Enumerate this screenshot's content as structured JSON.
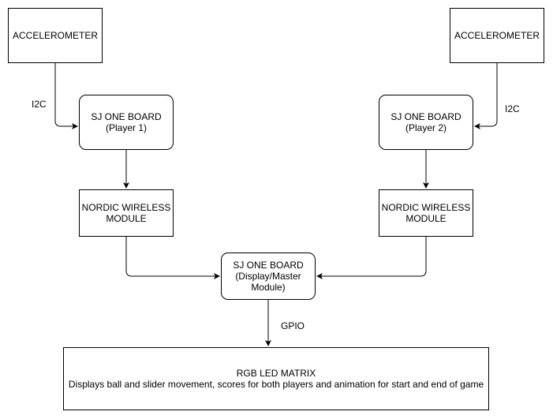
{
  "nodes": {
    "accel_left": {
      "line1": "ACCELEROMETER"
    },
    "accel_right": {
      "line1": "ACCELEROMETER"
    },
    "sj_player1": {
      "line1": "SJ ONE BOARD",
      "line2": "(Player 1)"
    },
    "sj_player2": {
      "line1": "SJ ONE BOARD",
      "line2": "(Player 2)"
    },
    "nordic_left": {
      "line1": "NORDIC WIRELESS",
      "line2": "MODULE"
    },
    "nordic_right": {
      "line1": "NORDIC WIRELESS",
      "line2": "MODULE"
    },
    "sj_master": {
      "line1": "SJ ONE BOARD",
      "line2": "(Display/Master",
      "line3": "Module)"
    },
    "led_matrix": {
      "line1": "RGB LED MATRIX",
      "line2": "Displays ball and slider movement, scores for both players and animation for start and end of game"
    }
  },
  "edge_labels": {
    "i2c_left": "I2C",
    "i2c_right": "I2C",
    "gpio": "GPIO"
  },
  "colors": {
    "stroke": "#000000",
    "fill": "#ffffff"
  }
}
